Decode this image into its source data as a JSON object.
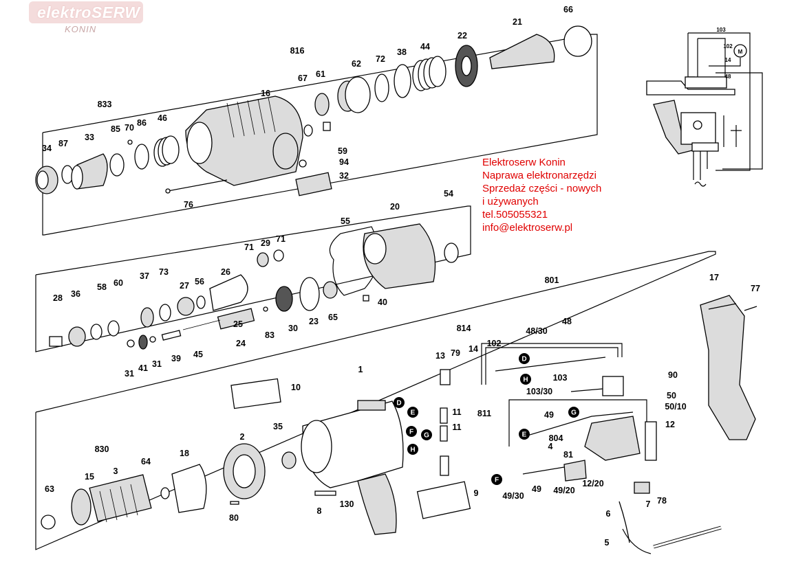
{
  "watermark": {
    "brand": "elektroSERW",
    "city": "KONIN"
  },
  "contact": {
    "lines": [
      "Elektroserw Konin",
      "Naprawa elektronarzędzi",
      "Sprzedaż części - nowych",
      "i używanych",
      "tel.505055321",
      "info@elektroserw.pl"
    ]
  },
  "part_labels": [
    "816",
    "16",
    "67",
    "61",
    "62",
    "72",
    "38",
    "44",
    "22",
    "21",
    "66",
    "833",
    "87",
    "33",
    "85",
    "70",
    "86",
    "46",
    "34",
    "59",
    "94",
    "32",
    "76",
    "55",
    "20",
    "54",
    "71",
    "29",
    "71",
    "26",
    "37",
    "73",
    "27",
    "56",
    "28",
    "36",
    "58",
    "60",
    "25",
    "83",
    "30",
    "23",
    "65",
    "40",
    "24",
    "31",
    "41",
    "31",
    "39",
    "45",
    "801",
    "17",
    "77",
    "814",
    "13",
    "79",
    "14",
    "102",
    "48/30",
    "48",
    "103",
    "103/30",
    "90",
    "1",
    "10",
    "50",
    "50/10",
    "811",
    "11",
    "11",
    "49",
    "804",
    "4",
    "81",
    "12",
    "830",
    "2",
    "35",
    "18",
    "15",
    "3",
    "64",
    "63",
    "80",
    "8",
    "130",
    "9",
    "49/30",
    "49",
    "49/20",
    "12/20",
    "6",
    "7",
    "78",
    "5"
  ],
  "markers": [
    "D",
    "E",
    "F",
    "G",
    "H",
    "D",
    "H",
    "G",
    "E",
    "F"
  ],
  "wiring": {
    "labels": [
      "103",
      "102",
      "48",
      "14",
      "M"
    ]
  }
}
